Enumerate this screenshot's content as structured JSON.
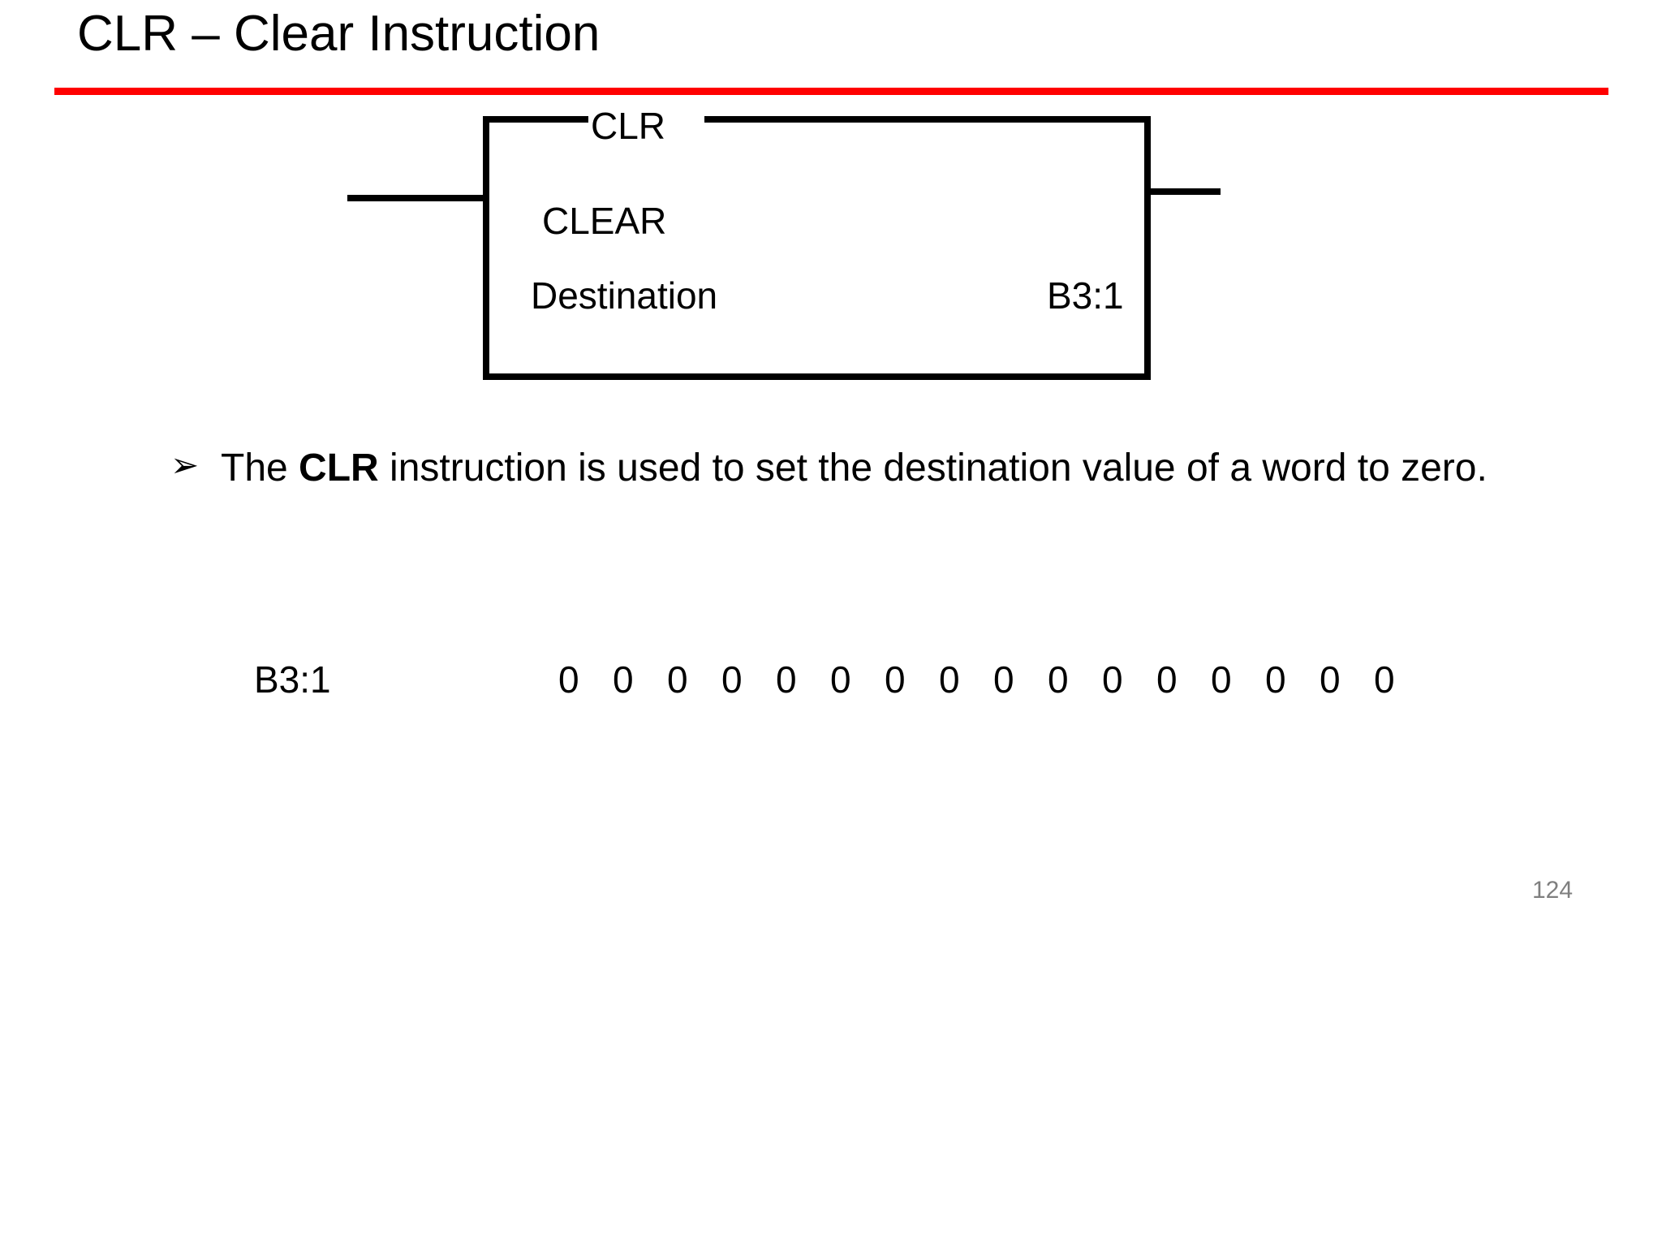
{
  "slide": {
    "title": "CLR – Clear Instruction",
    "number": "124",
    "accent_color": "#FF0000",
    "number_color": "#7F7F7F",
    "background_color": "#FFFFFF",
    "ink_color": "#000000"
  },
  "ladder_block": {
    "instruction_mnemonic": "CLR",
    "instruction_name": "CLEAR",
    "operand_label": "Destination",
    "operand_value": "B3:1"
  },
  "bullet": {
    "marker": "➢",
    "text_before": "The ",
    "text_bold": "CLR",
    "text_after": " instruction is used to set the destination value of a word to zero.",
    "full_text": "The CLR instruction is used to set the destination value of a word to zero."
  },
  "data_word": {
    "label": "B3:1",
    "bits": [
      "0",
      "0",
      "0",
      "0",
      "0",
      "0",
      "0",
      "0",
      "0",
      "0",
      "0",
      "0",
      "0",
      "0",
      "0",
      "0"
    ],
    "bit_count": 16
  }
}
